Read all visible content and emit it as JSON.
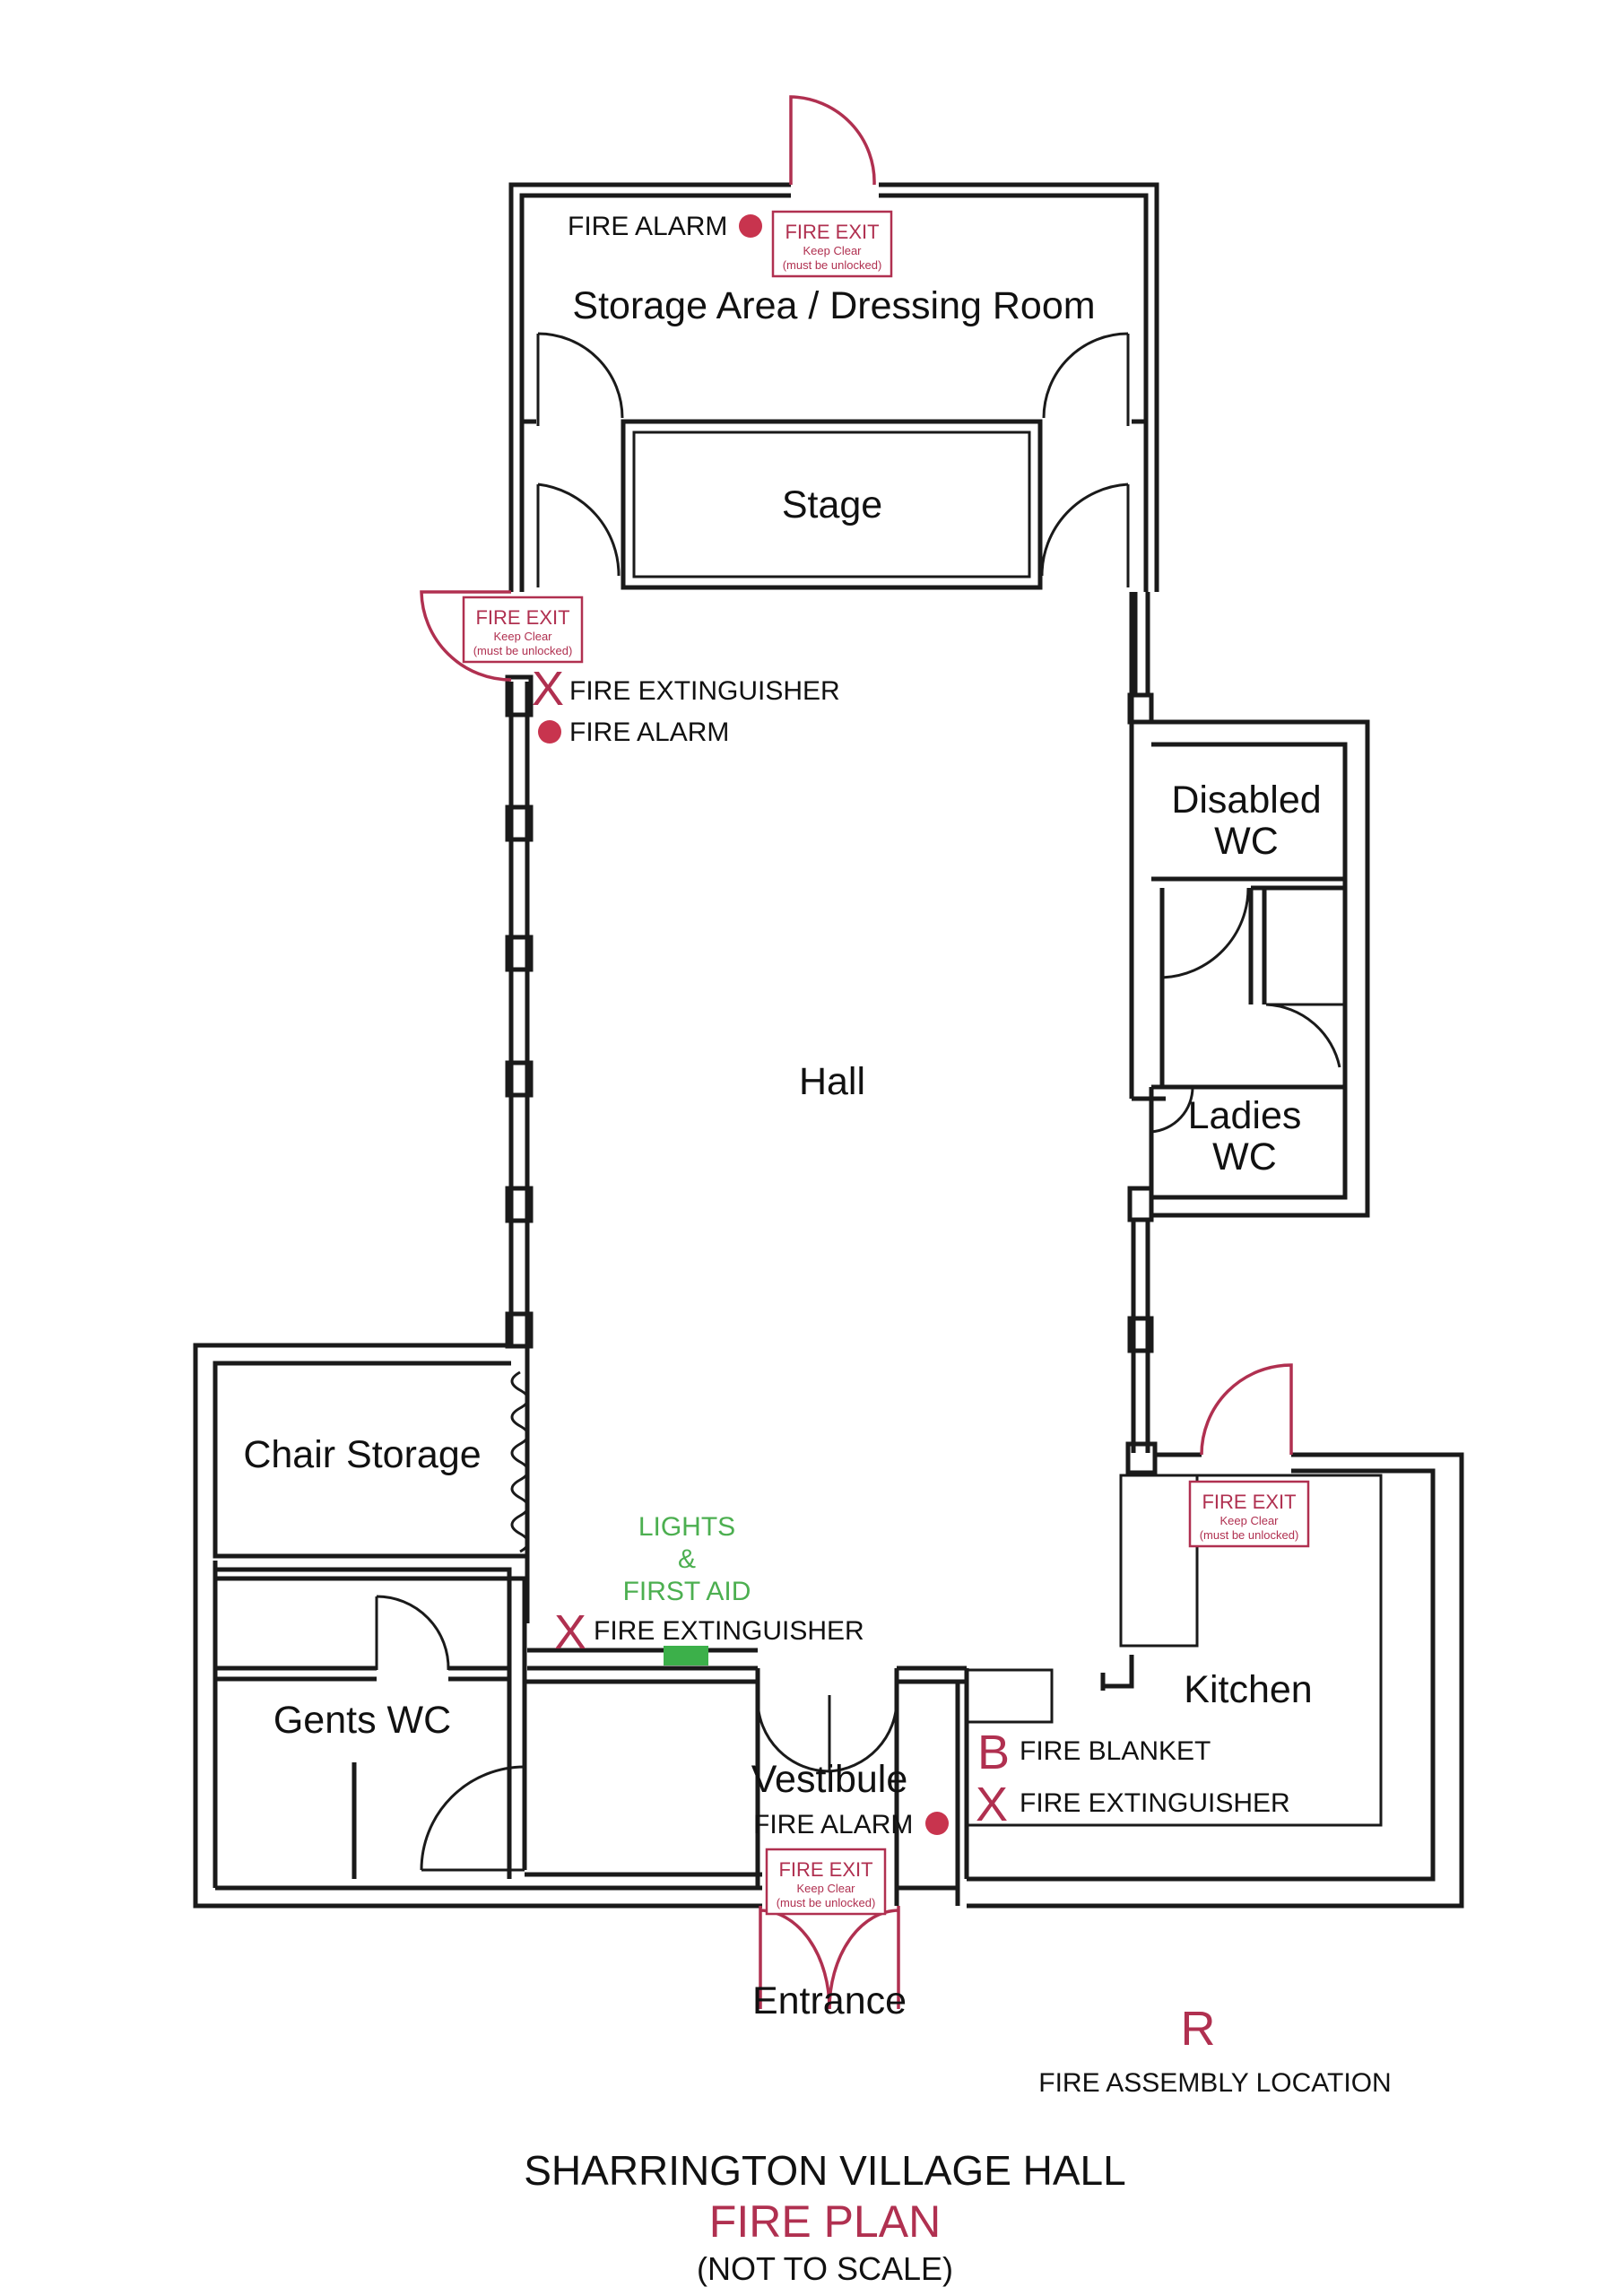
{
  "rooms": {
    "storage": "Storage Area / Dressing Room",
    "stage": "Stage",
    "hall": "Hall",
    "disabled_wc_1": "Disabled",
    "disabled_wc_2": "WC",
    "ladies_wc_1": "Ladies",
    "ladies_wc_2": "WC",
    "chair_storage": "Chair Storage",
    "gents_wc": "Gents WC",
    "vestibule": "Vestibule",
    "kitchen": "Kitchen",
    "entrance": "Entrance"
  },
  "signs": {
    "fire_exit": "FIRE EXIT",
    "keep_clear": "Keep Clear",
    "unlocked": "(must be unlocked)"
  },
  "labels": {
    "fire_alarm": "FIRE ALARM",
    "fire_extinguisher": "FIRE EXTINGUISHER",
    "fire_blanket": "FIRE BLANKET",
    "lights": "LIGHTS",
    "amp": "&",
    "first_aid": "FIRST AID",
    "assembly": "FIRE ASSEMBLY LOCATION"
  },
  "symbols": {
    "extinguisher": "X",
    "blanket": "B",
    "assembly": "R"
  },
  "footer": {
    "title": "SHARRINGTON VILLAGE HALL",
    "subtitle": "FIRE PLAN",
    "note": "(NOT TO SCALE)"
  },
  "colors": {
    "fire_red": "#b03050",
    "alarm_dot": "#c8344e",
    "first_aid_green": "#3cb04a",
    "wall": "#1a1a1a"
  }
}
